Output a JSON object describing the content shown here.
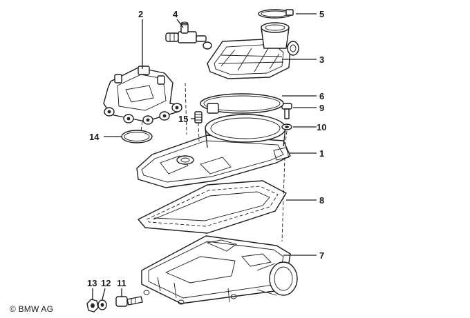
{
  "copyright": "© BMW AG",
  "callouts": {
    "n1": "1",
    "n2": "2",
    "n3": "3",
    "n4": "4",
    "n5": "5",
    "n6": "6",
    "n7": "7",
    "n8": "8",
    "n9": "9",
    "n10": "10",
    "n11": "11",
    "n12": "12",
    "n13": "13",
    "n14": "14",
    "n15": "15"
  }
}
